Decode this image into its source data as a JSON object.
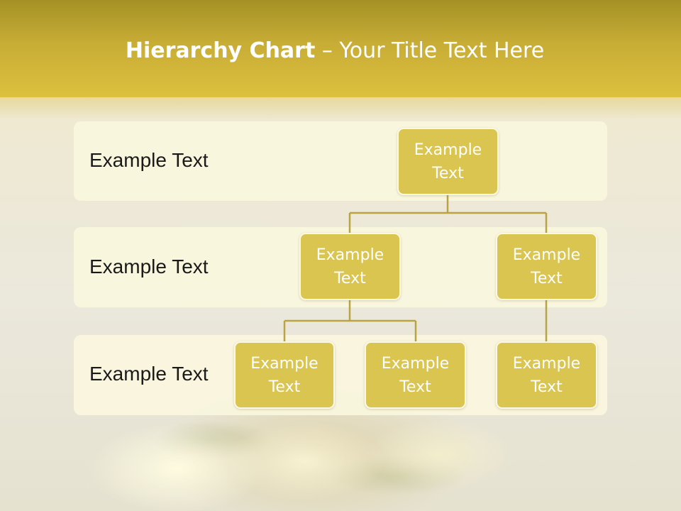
{
  "slide": {
    "title_bold": "Hierarchy Chart",
    "title_rest": " – Your Title Text Here"
  },
  "levels": [
    {
      "label": "Example Text"
    },
    {
      "label": "Example Text"
    },
    {
      "label": "Example Text"
    }
  ],
  "nodes": {
    "root": "Example\nText",
    "level2_left": "Example\nText",
    "level2_right": "Example\nText",
    "level3_a": "Example\nText",
    "level3_b": "Example\nText",
    "level3_c": "Example\nText"
  },
  "colors": {
    "header": "#c8ad36",
    "node_fill": "#dac551",
    "connector": "#b9a444",
    "band": "#faf6de"
  }
}
